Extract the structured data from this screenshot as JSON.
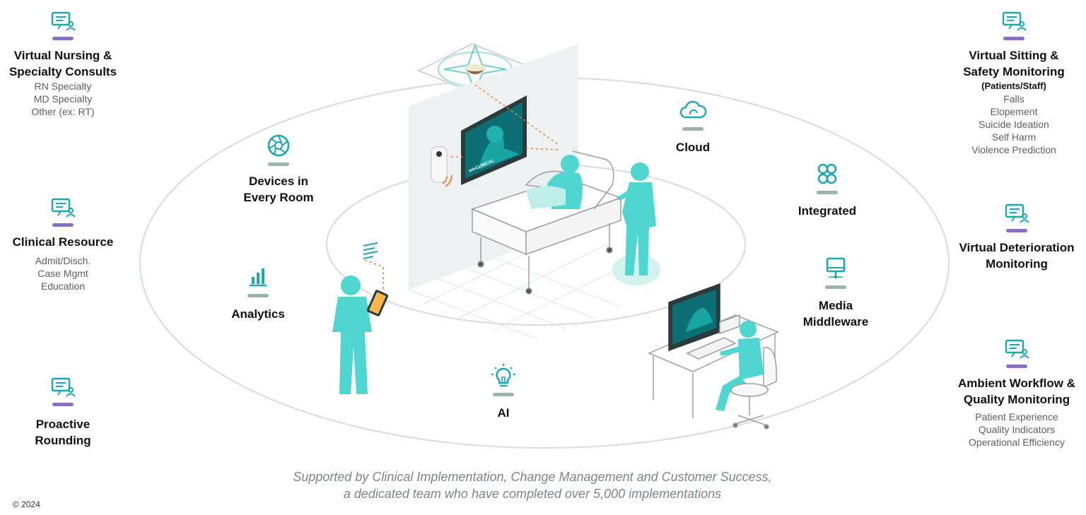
{
  "features": [
    {
      "key": "nursing",
      "title_lines": [
        "Virtual Nursing &",
        "Specialty Consults"
      ],
      "subtitle": "",
      "lines": [
        "RN Specialty",
        "MD Specialty",
        "Other (ex: RT)"
      ],
      "icon": "monitor-people-icon"
    },
    {
      "key": "clinical",
      "title_lines": [
        "Clinical Resource"
      ],
      "subtitle": "",
      "lines": [
        "Admit/Disch.",
        "Case Mgmt",
        "Education"
      ],
      "icon": "monitor-people-icon"
    },
    {
      "key": "rounding",
      "title_lines": [
        "Proactive",
        "Rounding"
      ],
      "subtitle": "",
      "lines": [],
      "icon": "monitor-people-icon"
    },
    {
      "key": "sitting",
      "title_lines": [
        "Virtual Sitting &",
        "Safety Monitoring"
      ],
      "subtitle": "(Patients/Staff)",
      "lines": [
        "Falls",
        "Elopement",
        "Suicide Ideation",
        "Self Harm",
        "Violence Prediction"
      ],
      "icon": "monitor-people-icon"
    },
    {
      "key": "deterioration",
      "title_lines": [
        "Virtual Deterioration",
        "Monitoring"
      ],
      "subtitle": "",
      "lines": [],
      "icon": "monitor-people-icon"
    },
    {
      "key": "ambient",
      "title_lines": [
        "Ambient Workflow &",
        "Quality Monitoring"
      ],
      "subtitle": "",
      "lines": [
        "Patient Experience",
        "Quality Indicators",
        "Operational Efficiency"
      ],
      "icon": "monitor-people-icon"
    }
  ],
  "tech": [
    {
      "key": "devices",
      "title_lines": [
        "Devices in",
        "Every Room"
      ],
      "icon": "camera-aperture-icon"
    },
    {
      "key": "analytics",
      "title_lines": [
        "Analytics"
      ],
      "icon": "bar-chart-icon"
    },
    {
      "key": "ai",
      "title_lines": [
        "AI"
      ],
      "icon": "lightbulb-icon"
    },
    {
      "key": "cloud",
      "title_lines": [
        "Cloud"
      ],
      "icon": "cloud-icon"
    },
    {
      "key": "integrated",
      "title_lines": [
        "Integrated"
      ],
      "icon": "integration-icon"
    },
    {
      "key": "media",
      "title_lines": [
        "Media",
        "Middleware"
      ],
      "icon": "desktop-monitor-icon"
    }
  ],
  "room_screen_text": "teleCLINICAL",
  "footer_lines": [
    "Supported by Clinical Implementation, Change Management and Customer Success,",
    "a dedicated team who have completed over 5,000 implementations"
  ],
  "copyright": "© 2024",
  "colors": {
    "feature_bar": "#8b6fc4",
    "tech_bar": "#9bb5a6",
    "teal": "#1aa9b0",
    "figure": "#4fd6d0",
    "dashed_link": "#f0823c"
  }
}
